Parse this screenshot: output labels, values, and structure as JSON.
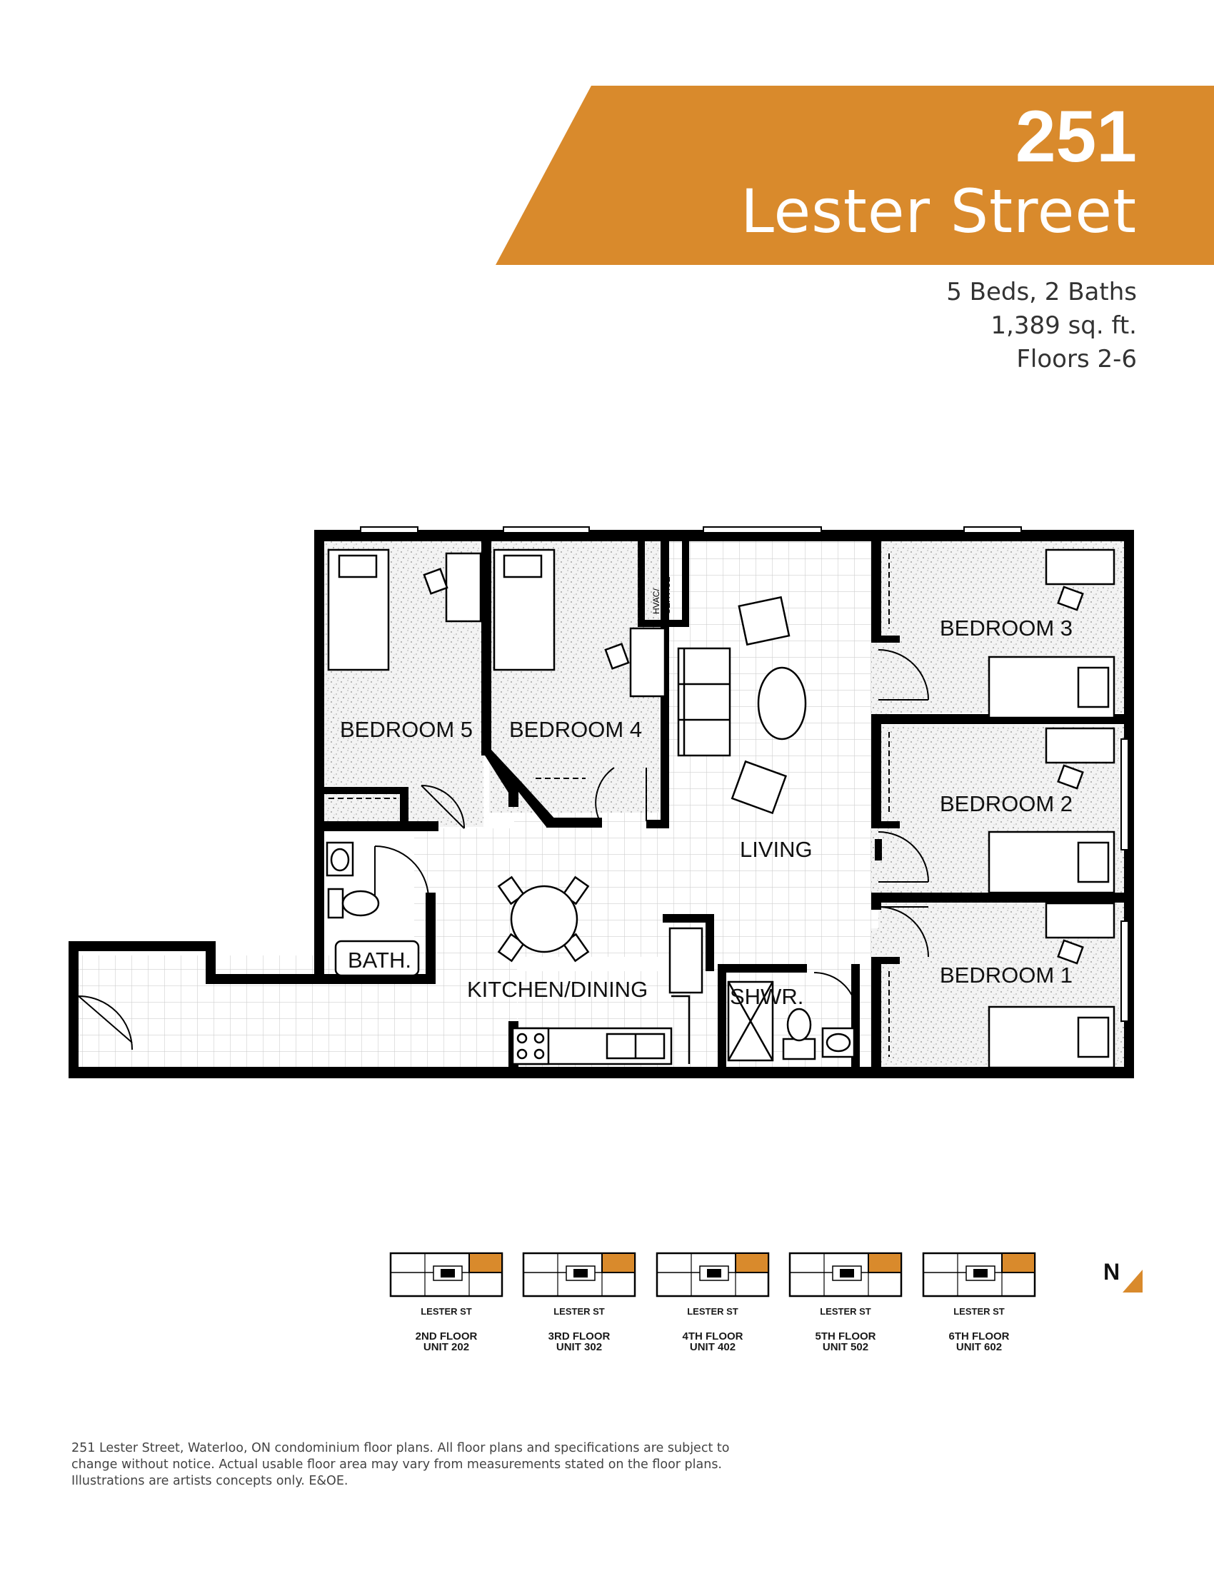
{
  "header": {
    "number": "251",
    "street": "Lester Street"
  },
  "specs": {
    "beds_baths": "5 Beds, 2 Baths",
    "area": "1,389 sq. ft.",
    "floors": "Floors 2-6"
  },
  "rooms": {
    "bedroom5": "BEDROOM 5",
    "bedroom4": "BEDROOM 4",
    "bedroom3": "BEDROOM 3",
    "bedroom2": "BEDROOM 2",
    "bedroom1": "BEDROOM 1",
    "living": "LIVING",
    "kitchen": "KITCHEN/DINING",
    "bath": "BATH.",
    "shower": "SHWR.",
    "hvac_line1": "HVAC/",
    "hvac_line2": "SERVICE"
  },
  "key_plans": [
    {
      "street": "LESTER ST",
      "floor": "2ND FLOOR",
      "unit": "UNIT 202"
    },
    {
      "street": "LESTER ST",
      "floor": "3RD FLOOR",
      "unit": "UNIT 302"
    },
    {
      "street": "LESTER ST",
      "floor": "4TH FLOOR",
      "unit": "UNIT 402"
    },
    {
      "street": "LESTER ST",
      "floor": "5TH FLOOR",
      "unit": "UNIT 502"
    },
    {
      "street": "LESTER ST",
      "floor": "6TH FLOOR",
      "unit": "UNIT 602"
    }
  ],
  "north_label": "N",
  "disclaimer": "251 Lester Street, Waterloo, ON condominium floor plans. All floor plans and specifications are subject to change without notice. Actual usable floor area may vary from measurements stated on the floor plans. Illustrations are artists concepts only. E&OE.",
  "colors": {
    "accent": "#D98A2C",
    "wall": "#000000",
    "tile": "#CFCFCF"
  }
}
